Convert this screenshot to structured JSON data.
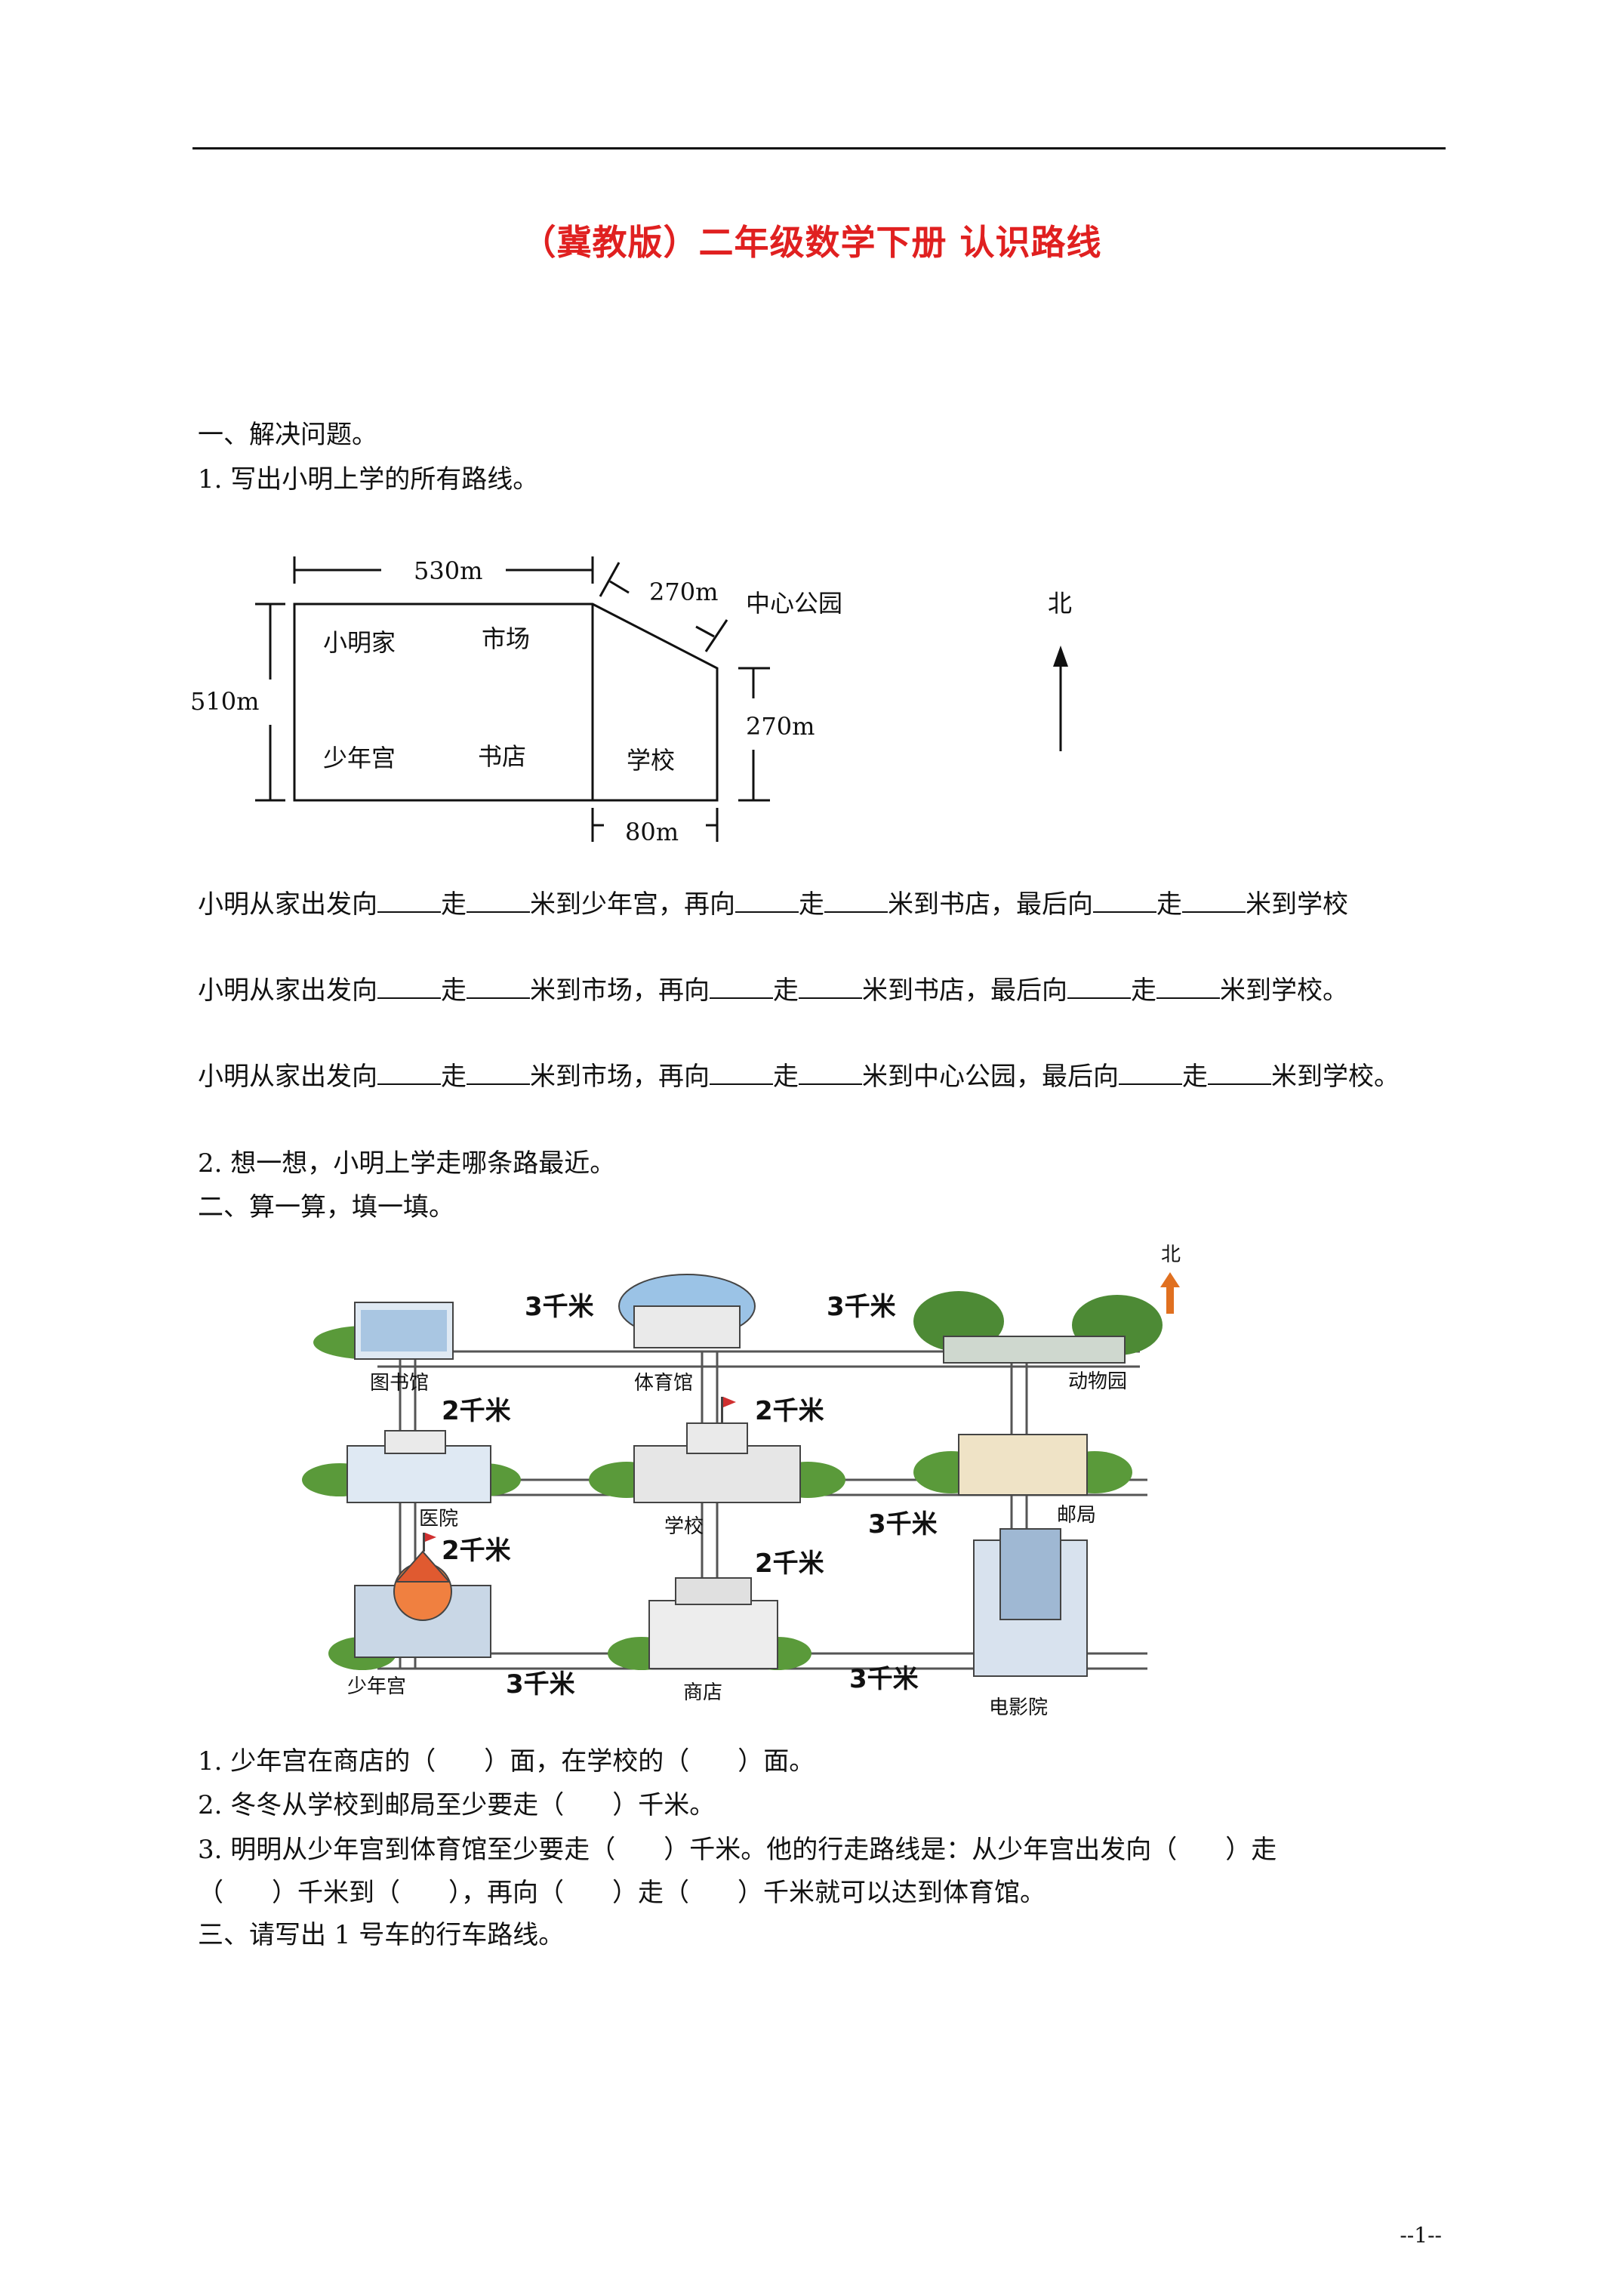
{
  "header": {
    "title": "（冀教版）二年级数学下册 认识路线"
  },
  "section1": {
    "heading": "一、解决问题。",
    "q1": "1.  写出小明上学的所有路线。",
    "diagram": {
      "dim_top": "530m",
      "dim_slant": "270m",
      "park": "中心公园",
      "north": "北",
      "dim_left": "510m",
      "dim_right": "270m",
      "dim_bottom": "80m",
      "home": "小明家",
      "market": "市场",
      "palace": "少年宫",
      "bookstore": "书店",
      "school": "学校"
    },
    "fill1": {
      "a": "小明从家出发向",
      "b": "走",
      "c": "米到少年宫，再向",
      "d": "走",
      "e": "米到书店，最后向",
      "f": "走",
      "g": "米到学校"
    },
    "fill2": {
      "a": "小明从家出发向",
      "b": "走",
      "c": "米到市场，再向",
      "d": "走",
      "e": "米到书店，最后向",
      "f": "走",
      "g": "米到学校。"
    },
    "fill3": {
      "a": "小明从家出发向",
      "b": "走",
      "c": "米到市场，再向",
      "d": "走",
      "e": "米到中心公园，最后向",
      "f": "走",
      "g": "米到学校。"
    },
    "q2": "2.  想一想，小明上学走哪条路最近。"
  },
  "section2": {
    "heading": "二、算一算，填一填。",
    "map": {
      "north": "北",
      "km3": "3千米",
      "km2": "2千米",
      "library": "图书馆",
      "gym": "体育馆",
      "zoo": "动物园",
      "hospital": "医院",
      "school": "学校",
      "post": "邮局",
      "palace": "少年宫",
      "shop": "商店",
      "cinema": "电影院"
    },
    "q1": {
      "a": "1.  少年宫在商店的（",
      "b": "）面，在学校的（",
      "c": "）面。"
    },
    "q2": {
      "a": "2.  冬冬从学校到邮局至少要走（",
      "b": "）千米。"
    },
    "q3": {
      "a": "3.  明明从少年宫到体育馆至少要走（",
      "b": "）千米。他的行走路线是：从少年宫出发向（",
      "c": "）走",
      "d": "（",
      "e": "）千米到（",
      "f": "），再向（",
      "g": "）走（",
      "h": "）千米就可以达到体育馆。"
    }
  },
  "section3": {
    "heading": "三、请写出 1 号车的行车路线。"
  },
  "footer": {
    "page": "--1--"
  }
}
